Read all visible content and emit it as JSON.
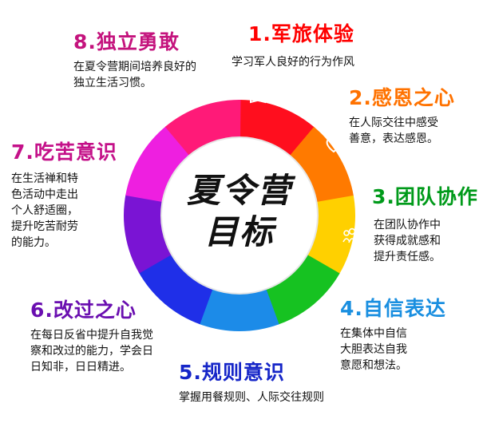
{
  "center": {
    "line1": "夏令营",
    "line2": "目标"
  },
  "goals": [
    {
      "title": "1.军旅体验",
      "desc": [
        "学习军人良好的行为作风"
      ],
      "color": "#ff0000",
      "icon": "book-icon"
    },
    {
      "title": "2.感恩之心",
      "desc": [
        "在人际交往中感受",
        "善意，表达感恩。"
      ],
      "color": "#ff7200",
      "icon": "heart-icon"
    },
    {
      "title": "3.团队协作",
      "desc": [
        "在团队协作中",
        "获得成就感和",
        "提升责任感。"
      ],
      "color": "#009a1a",
      "icon": "team-icon"
    },
    {
      "title": "4.自信表达",
      "desc": [
        "在集体中自信",
        "大胆表达自我",
        "意愿和想法。"
      ],
      "color": "#1a8fe0",
      "icon": "microphone-icon"
    },
    {
      "title": "5.规则意识",
      "desc": [
        "掌握用餐规则、人际交往规则"
      ],
      "color": "#1626c8",
      "icon": "ruler-icon"
    },
    {
      "title": "6.改过之心",
      "desc": [
        "在每日反省中提升自我觉",
        "察和改过的能力，学会日",
        "日知非，日日精进。"
      ],
      "color": "#6a0fb0",
      "icon": "cycle-icon"
    },
    {
      "title": "7.吃苦意识",
      "desc": [
        "在生活禅和特",
        "色活动中走出",
        "个人舒适圈，",
        "提升吃苦耐劳",
        "的能力。"
      ],
      "color": "#c41189",
      "icon": "hand-icon"
    },
    {
      "title": "8.独立勇敢",
      "desc": [
        "在夏令营期间培养良好的",
        "独立生活习惯。"
      ],
      "color": "#c4137d",
      "icon": "boxing-glove-icon"
    }
  ],
  "ring_colors": [
    "#ff0e1e",
    "#ff7a00",
    "#ffd000",
    "#16c221",
    "#1c8be8",
    "#1f2fe8",
    "#7a14d4",
    "#ee1fe0",
    "#ff1a78"
  ]
}
